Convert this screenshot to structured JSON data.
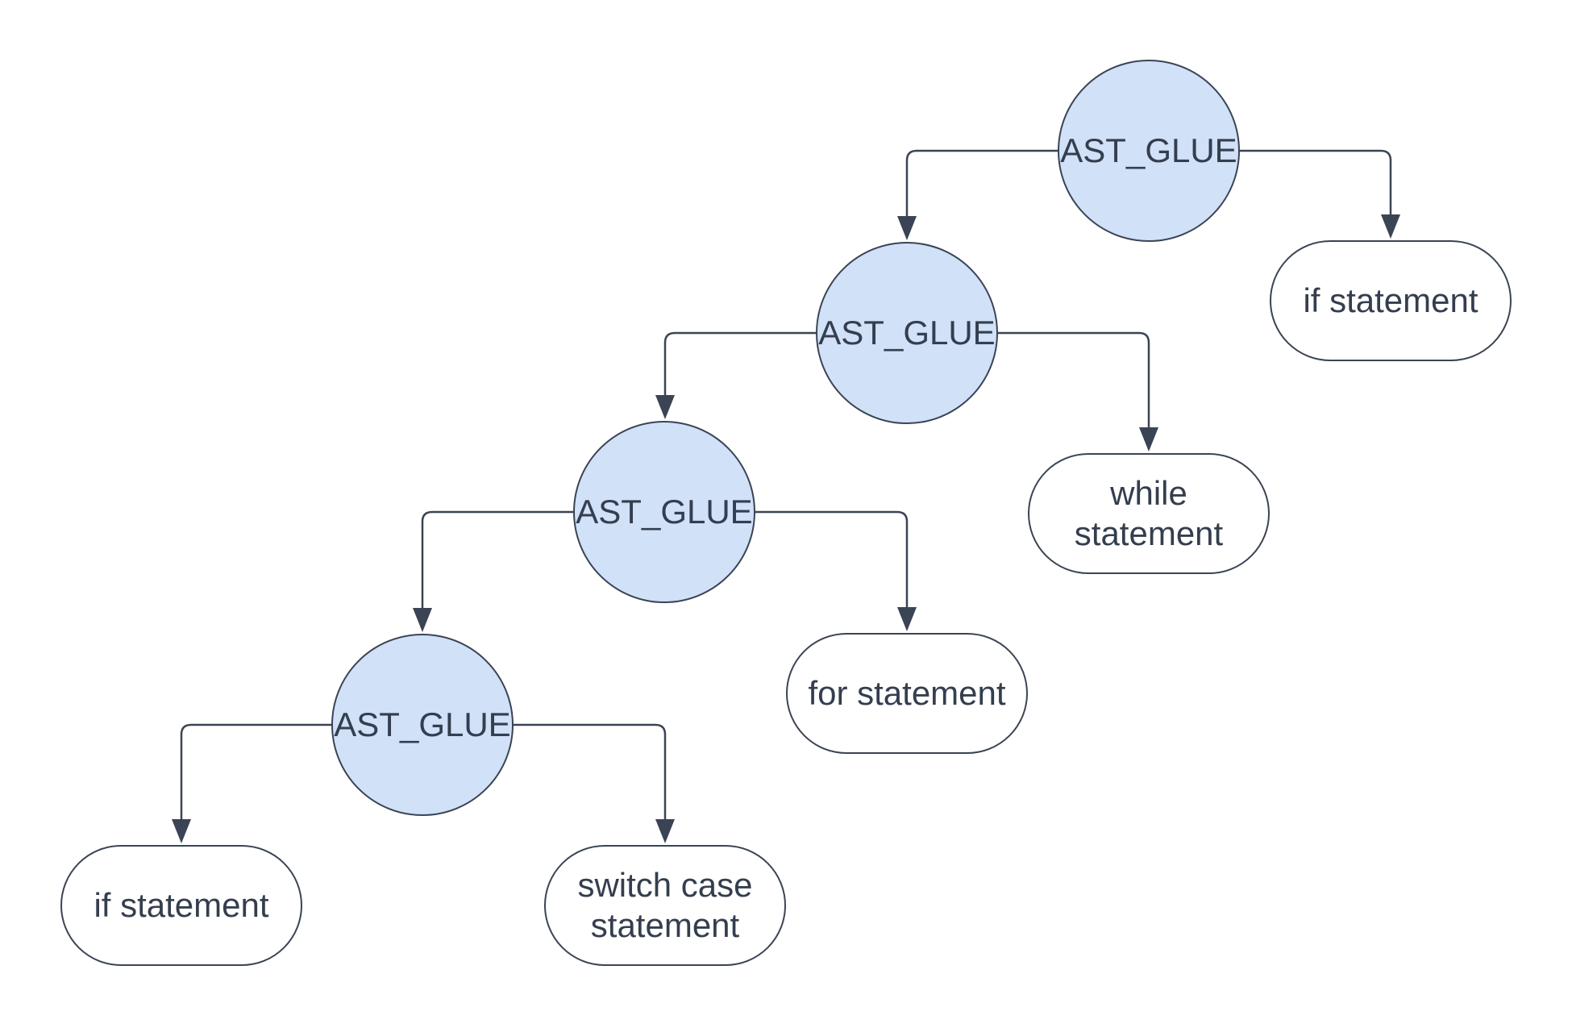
{
  "diagram": {
    "type": "abstract-syntax-tree",
    "colors": {
      "internal_node_fill": "#d0e1f8",
      "leaf_node_fill": "#ffffff",
      "stroke": "#3b4454",
      "text": "#343e4e",
      "background": "#ffffff"
    },
    "nodes": {
      "glue1": {
        "label": "AST_GLUE",
        "kind": "internal"
      },
      "glue2": {
        "label": "AST_GLUE",
        "kind": "internal"
      },
      "glue3": {
        "label": "AST_GLUE",
        "kind": "internal"
      },
      "glue4": {
        "label": "AST_GLUE",
        "kind": "internal"
      },
      "leaf_if_top": {
        "label": "if statement",
        "kind": "leaf"
      },
      "leaf_while": {
        "label": "while statement",
        "kind": "leaf"
      },
      "leaf_for": {
        "label": "for statement",
        "kind": "leaf"
      },
      "leaf_if_bottom": {
        "label": "if statement",
        "kind": "leaf"
      },
      "leaf_switch": {
        "label": "switch case statement",
        "kind": "leaf"
      }
    },
    "edges": [
      {
        "from": "glue1",
        "to": "glue2"
      },
      {
        "from": "glue1",
        "to": "leaf_if_top"
      },
      {
        "from": "glue2",
        "to": "glue3"
      },
      {
        "from": "glue2",
        "to": "leaf_while"
      },
      {
        "from": "glue3",
        "to": "glue4"
      },
      {
        "from": "glue3",
        "to": "leaf_for"
      },
      {
        "from": "glue4",
        "to": "leaf_if_bottom"
      },
      {
        "from": "glue4",
        "to": "leaf_switch"
      }
    ]
  }
}
